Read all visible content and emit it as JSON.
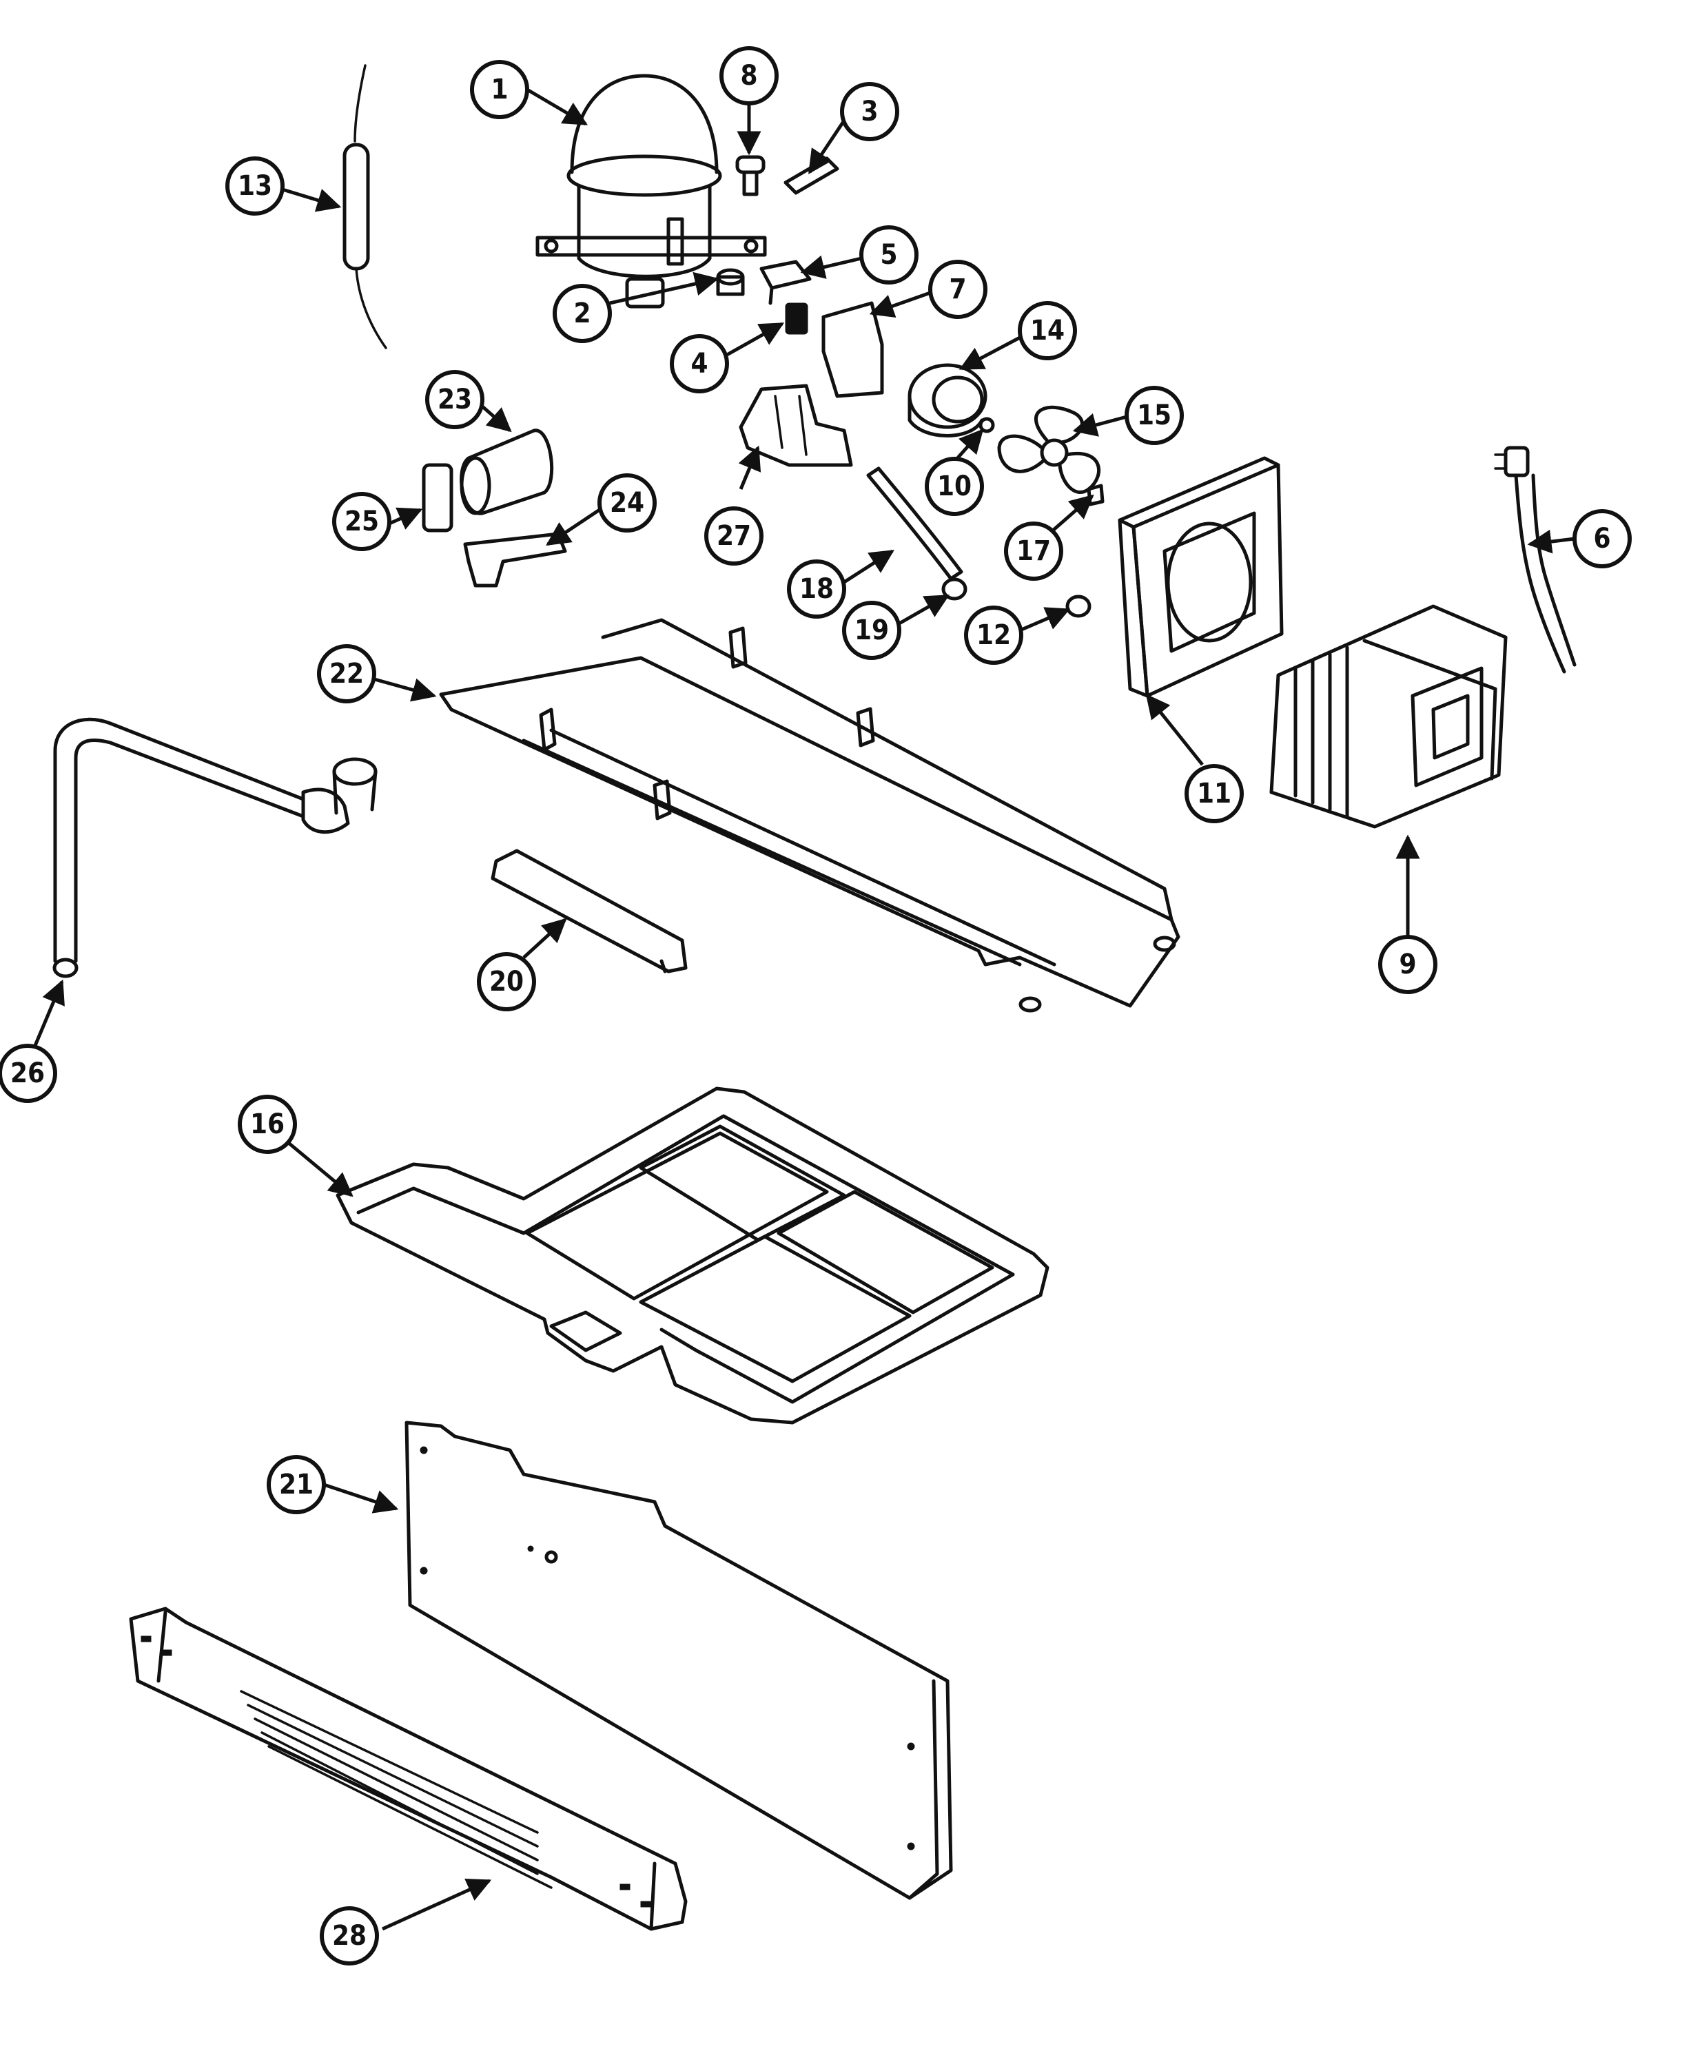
{
  "callouts": [
    {
      "id": "1",
      "label": "1"
    },
    {
      "id": "2",
      "label": "2"
    },
    {
      "id": "3",
      "label": "3"
    },
    {
      "id": "4",
      "label": "4"
    },
    {
      "id": "5",
      "label": "5"
    },
    {
      "id": "6",
      "label": "6"
    },
    {
      "id": "7",
      "label": "7"
    },
    {
      "id": "8",
      "label": "8"
    },
    {
      "id": "9",
      "label": "9"
    },
    {
      "id": "10",
      "label": "10"
    },
    {
      "id": "11",
      "label": "11"
    },
    {
      "id": "12",
      "label": "12"
    },
    {
      "id": "13",
      "label": "13"
    },
    {
      "id": "14",
      "label": "14"
    },
    {
      "id": "15",
      "label": "15"
    },
    {
      "id": "16",
      "label": "16"
    },
    {
      "id": "17",
      "label": "17"
    },
    {
      "id": "18",
      "label": "18"
    },
    {
      "id": "19",
      "label": "19"
    },
    {
      "id": "20",
      "label": "20"
    },
    {
      "id": "21",
      "label": "21"
    },
    {
      "id": "22",
      "label": "22"
    },
    {
      "id": "23",
      "label": "23"
    },
    {
      "id": "24",
      "label": "24"
    },
    {
      "id": "25",
      "label": "25"
    },
    {
      "id": "26",
      "label": "26"
    },
    {
      "id": "27",
      "label": "27"
    },
    {
      "id": "28",
      "label": "28"
    }
  ],
  "colors": {
    "line": "#111111",
    "background": "#ffffff"
  }
}
